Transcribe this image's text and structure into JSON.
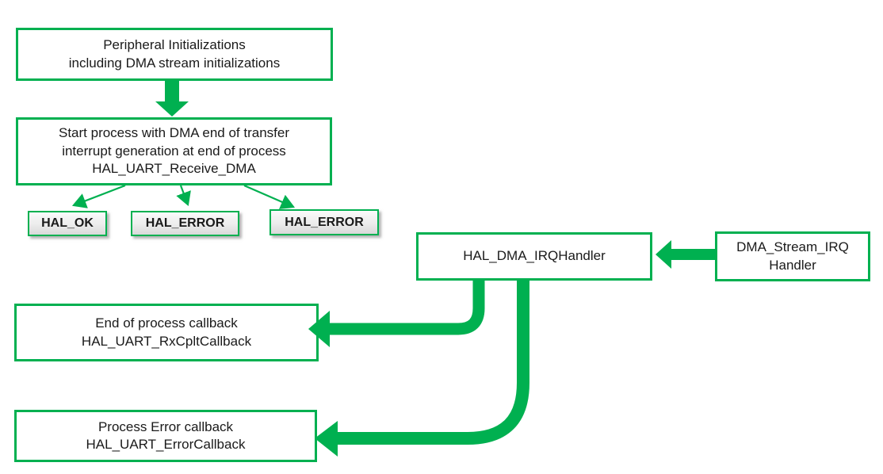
{
  "diagram": {
    "colors": {
      "accent_green": "#00b050",
      "status_box_fill": "#ececec",
      "text": "#1a1a1a",
      "background": "#ffffff"
    },
    "nodes": {
      "peripheral_init": {
        "lines": [
          "Peripheral Initializations",
          "including DMA stream initializations"
        ]
      },
      "start_process": {
        "lines": [
          "Start process with DMA end of transfer",
          "interrupt generation at end of process",
          "HAL_UART_Receive_DMA"
        ]
      },
      "hal_ok": {
        "label": "HAL_OK"
      },
      "hal_error_1": {
        "label": "HAL_ERROR"
      },
      "hal_error_2": {
        "label": "HAL_ERROR"
      },
      "hal_dma_irq_handler": {
        "label": "HAL_DMA_IRQHandler"
      },
      "dma_stream_irq_handler": {
        "lines": [
          "DMA_Stream_IRQ",
          "Handler"
        ]
      },
      "end_of_process_callback": {
        "lines": [
          "End of process callback",
          "HAL_UART_RxCpltCallback"
        ]
      },
      "process_error_callback": {
        "lines": [
          "Process Error callback",
          "HAL_UART_ErrorCallback"
        ]
      }
    }
  }
}
